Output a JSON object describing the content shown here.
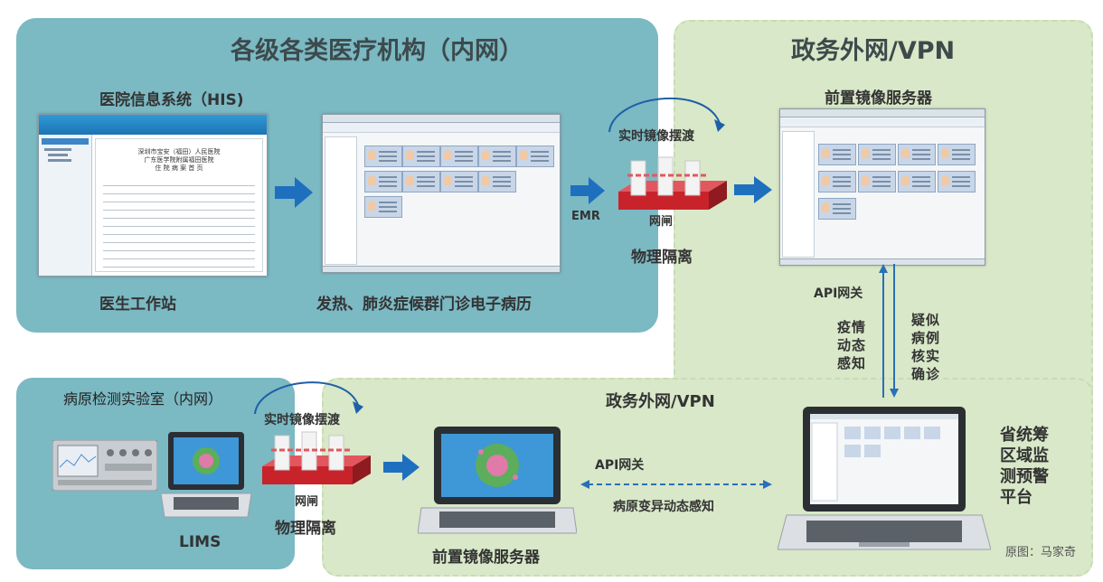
{
  "zones": {
    "internal_title": "各级各类医疗机构（内网）",
    "external_title": "政务外网/VPN",
    "external_bottom_title": "政务外网/VPN",
    "lab_title": "病原检测实验室（内网）"
  },
  "his": {
    "title": "医院信息系统（HIS)",
    "workstation_label": "医生工作站",
    "emr_label": "发热、肺炎症候群门诊电子病历",
    "doc_heading_1": "深圳市宝安（福田）人民医院",
    "doc_heading_2": "广东医学院附属福田医院",
    "doc_heading_3": "住 院 病 案 首 页"
  },
  "gateway_top": {
    "mirror_label": "实时镜像摆渡",
    "gate_label": "网闸",
    "isolation_label": "物理隔离",
    "emr_tag": "EMR"
  },
  "front_server_top": {
    "title": "前置镜像服务器"
  },
  "api_vertical": {
    "api_label": "API网关",
    "left_flow": "疫情动态感知",
    "right_flow": "疑似病例核实确诊"
  },
  "platform": {
    "label": "省统筹区域监测预警平台"
  },
  "lab": {
    "lims_label": "LIMS",
    "mirror_label": "实时镜像摆渡",
    "gate_label": "网闸",
    "isolation_label": "物理隔离",
    "front_server_label": "前置镜像服务器",
    "api_label": "API网关",
    "flow_label": "病原变异动态感知"
  },
  "credit": "原图：马家奇",
  "colors": {
    "teal_zone": "#7bb9c3",
    "green_zone": "#d8e8c8",
    "arrow_blue": "#1f6fbf",
    "gate_red": "#c8232b"
  }
}
